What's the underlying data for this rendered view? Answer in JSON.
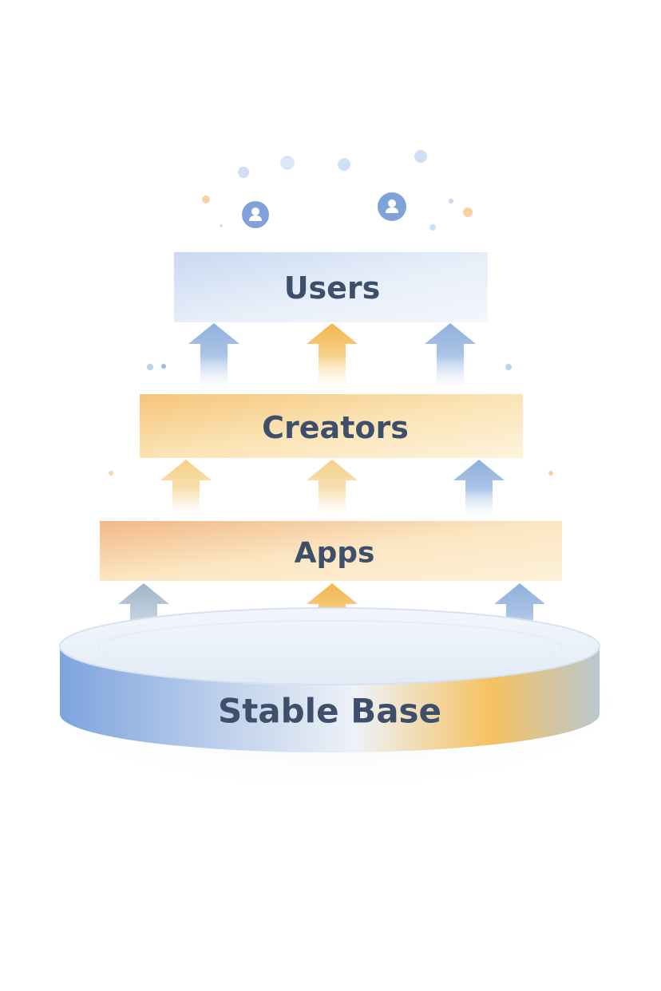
{
  "diagram": {
    "layers": [
      {
        "id": "users",
        "label": "Users",
        "theme": "blue"
      },
      {
        "id": "creators",
        "label": "Creators",
        "theme": "amber"
      },
      {
        "id": "apps",
        "label": "Apps",
        "theme": "amber"
      }
    ],
    "base": {
      "label": "Stable Base"
    },
    "arrow_rows": [
      {
        "from": "creators",
        "to": "users",
        "colors": [
          "blue",
          "amber",
          "blue"
        ]
      },
      {
        "from": "apps",
        "to": "creators",
        "colors": [
          "amber",
          "amber",
          "blue"
        ]
      },
      {
        "from": "base",
        "to": "apps",
        "colors": [
          "slate",
          "amber",
          "blue"
        ]
      }
    ],
    "icons": [
      "user-icon",
      "user-icon"
    ],
    "colors": {
      "text": "#3d4f6b",
      "blue": "#8fb0dc",
      "amber": "#f2b54a",
      "slate": "#9fb4c8",
      "icon": "#7fa3d8"
    }
  }
}
